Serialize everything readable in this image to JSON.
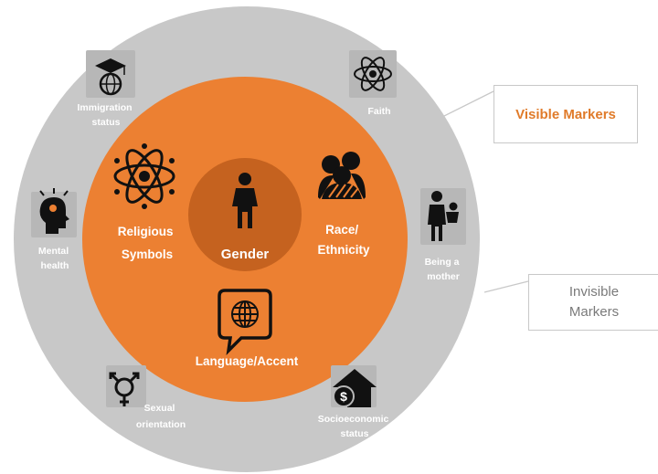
{
  "colors": {
    "outer_ring": "#c8c8c8",
    "middle_circle": "#ec8032",
    "core_circle": "#c5621f",
    "visible_text": "#e07b2a",
    "invisible_text": "#7a7a7a",
    "icon_tile": "#b7b7b7"
  },
  "core": {
    "label": "Gender",
    "icon": "woman-icon"
  },
  "visible_markers": [
    {
      "id": "religious",
      "label_lines": [
        "Religious",
        "Symbols"
      ],
      "icon": "religion-symbols-icon"
    },
    {
      "id": "race",
      "label_lines": [
        "Race/",
        "Ethnicity"
      ],
      "icon": "people-group-icon"
    },
    {
      "id": "language",
      "label_lines": [
        "Language/Accent"
      ],
      "icon": "speech-globe-icon"
    }
  ],
  "invisible_markers": [
    {
      "id": "immigration",
      "label_lines": [
        "Immigration",
        "status"
      ],
      "icon": "graduation-globe-icon"
    },
    {
      "id": "faith",
      "label_lines": [
        "Faith"
      ],
      "icon": "atom-faith-icon"
    },
    {
      "id": "mental",
      "label_lines": [
        "Mental",
        "health"
      ],
      "icon": "mind-head-icon"
    },
    {
      "id": "mother",
      "label_lines": [
        "Being a",
        "mother"
      ],
      "icon": "mother-child-icon"
    },
    {
      "id": "sexual",
      "label_lines": [
        "Sexual",
        "orientation"
      ],
      "icon": "gender-symbol-icon"
    },
    {
      "id": "socio",
      "label_lines": [
        "Socioeconomic",
        "status"
      ],
      "icon": "house-money-icon"
    }
  ],
  "callouts": {
    "visible": "Visible Markers",
    "invisible_lines": [
      "Invisible",
      "Markers"
    ]
  }
}
